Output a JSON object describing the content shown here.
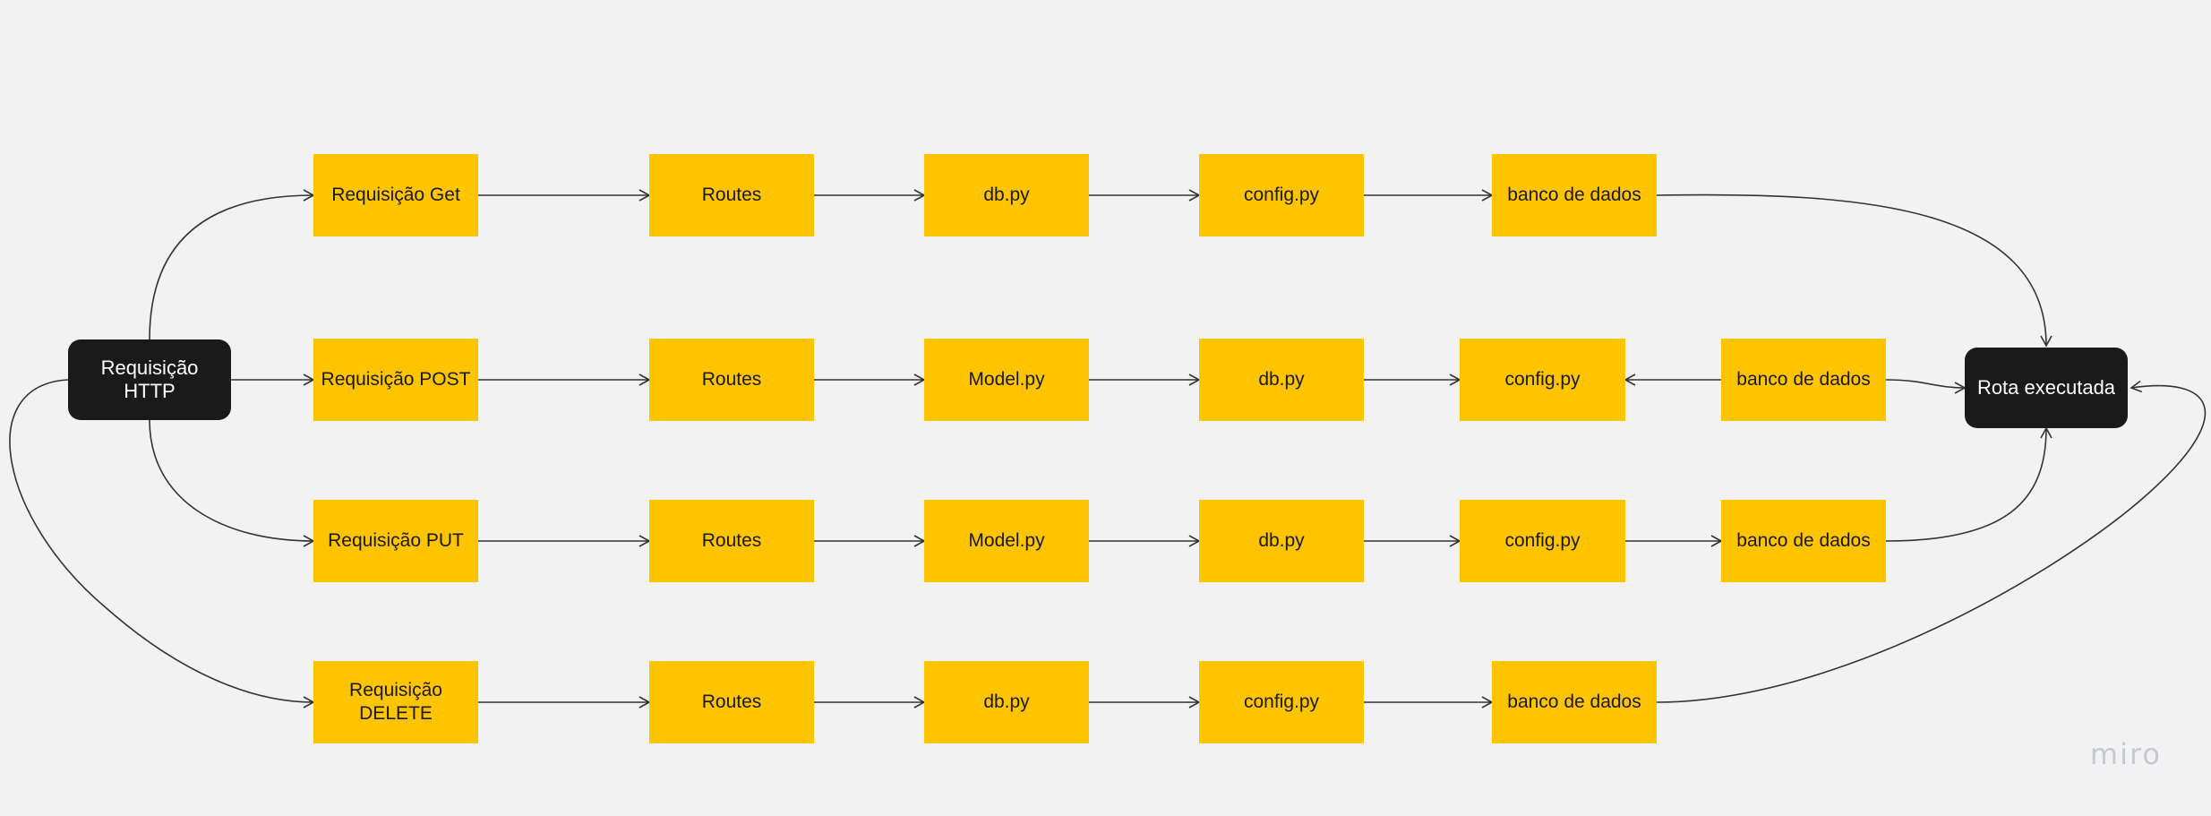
{
  "diagram": {
    "start": "Requisição HTTP",
    "end": "Rota executada",
    "rows": [
      {
        "id": "get",
        "steps": [
          "Requisição Get",
          "Routes",
          "db.py",
          "config.py",
          "banco de dados"
        ]
      },
      {
        "id": "post",
        "steps": [
          "Requisição POST",
          "Routes",
          "Model.py",
          "db.py",
          "config.py",
          "banco de dados"
        ]
      },
      {
        "id": "put",
        "steps": [
          "Requisição PUT",
          "Routes",
          "Model.py",
          "db.py",
          "config.py",
          "banco de dados"
        ]
      },
      {
        "id": "delete",
        "steps": [
          "Requisição\nDELETE",
          "Routes",
          "db.py",
          "config.py",
          "banco de dados"
        ]
      }
    ]
  },
  "brand": {
    "label": "miro"
  },
  "colors": {
    "step": "#ffc400",
    "terminal": "#1a1a1a",
    "edge": "#333333",
    "background": "#f2f2f2"
  }
}
